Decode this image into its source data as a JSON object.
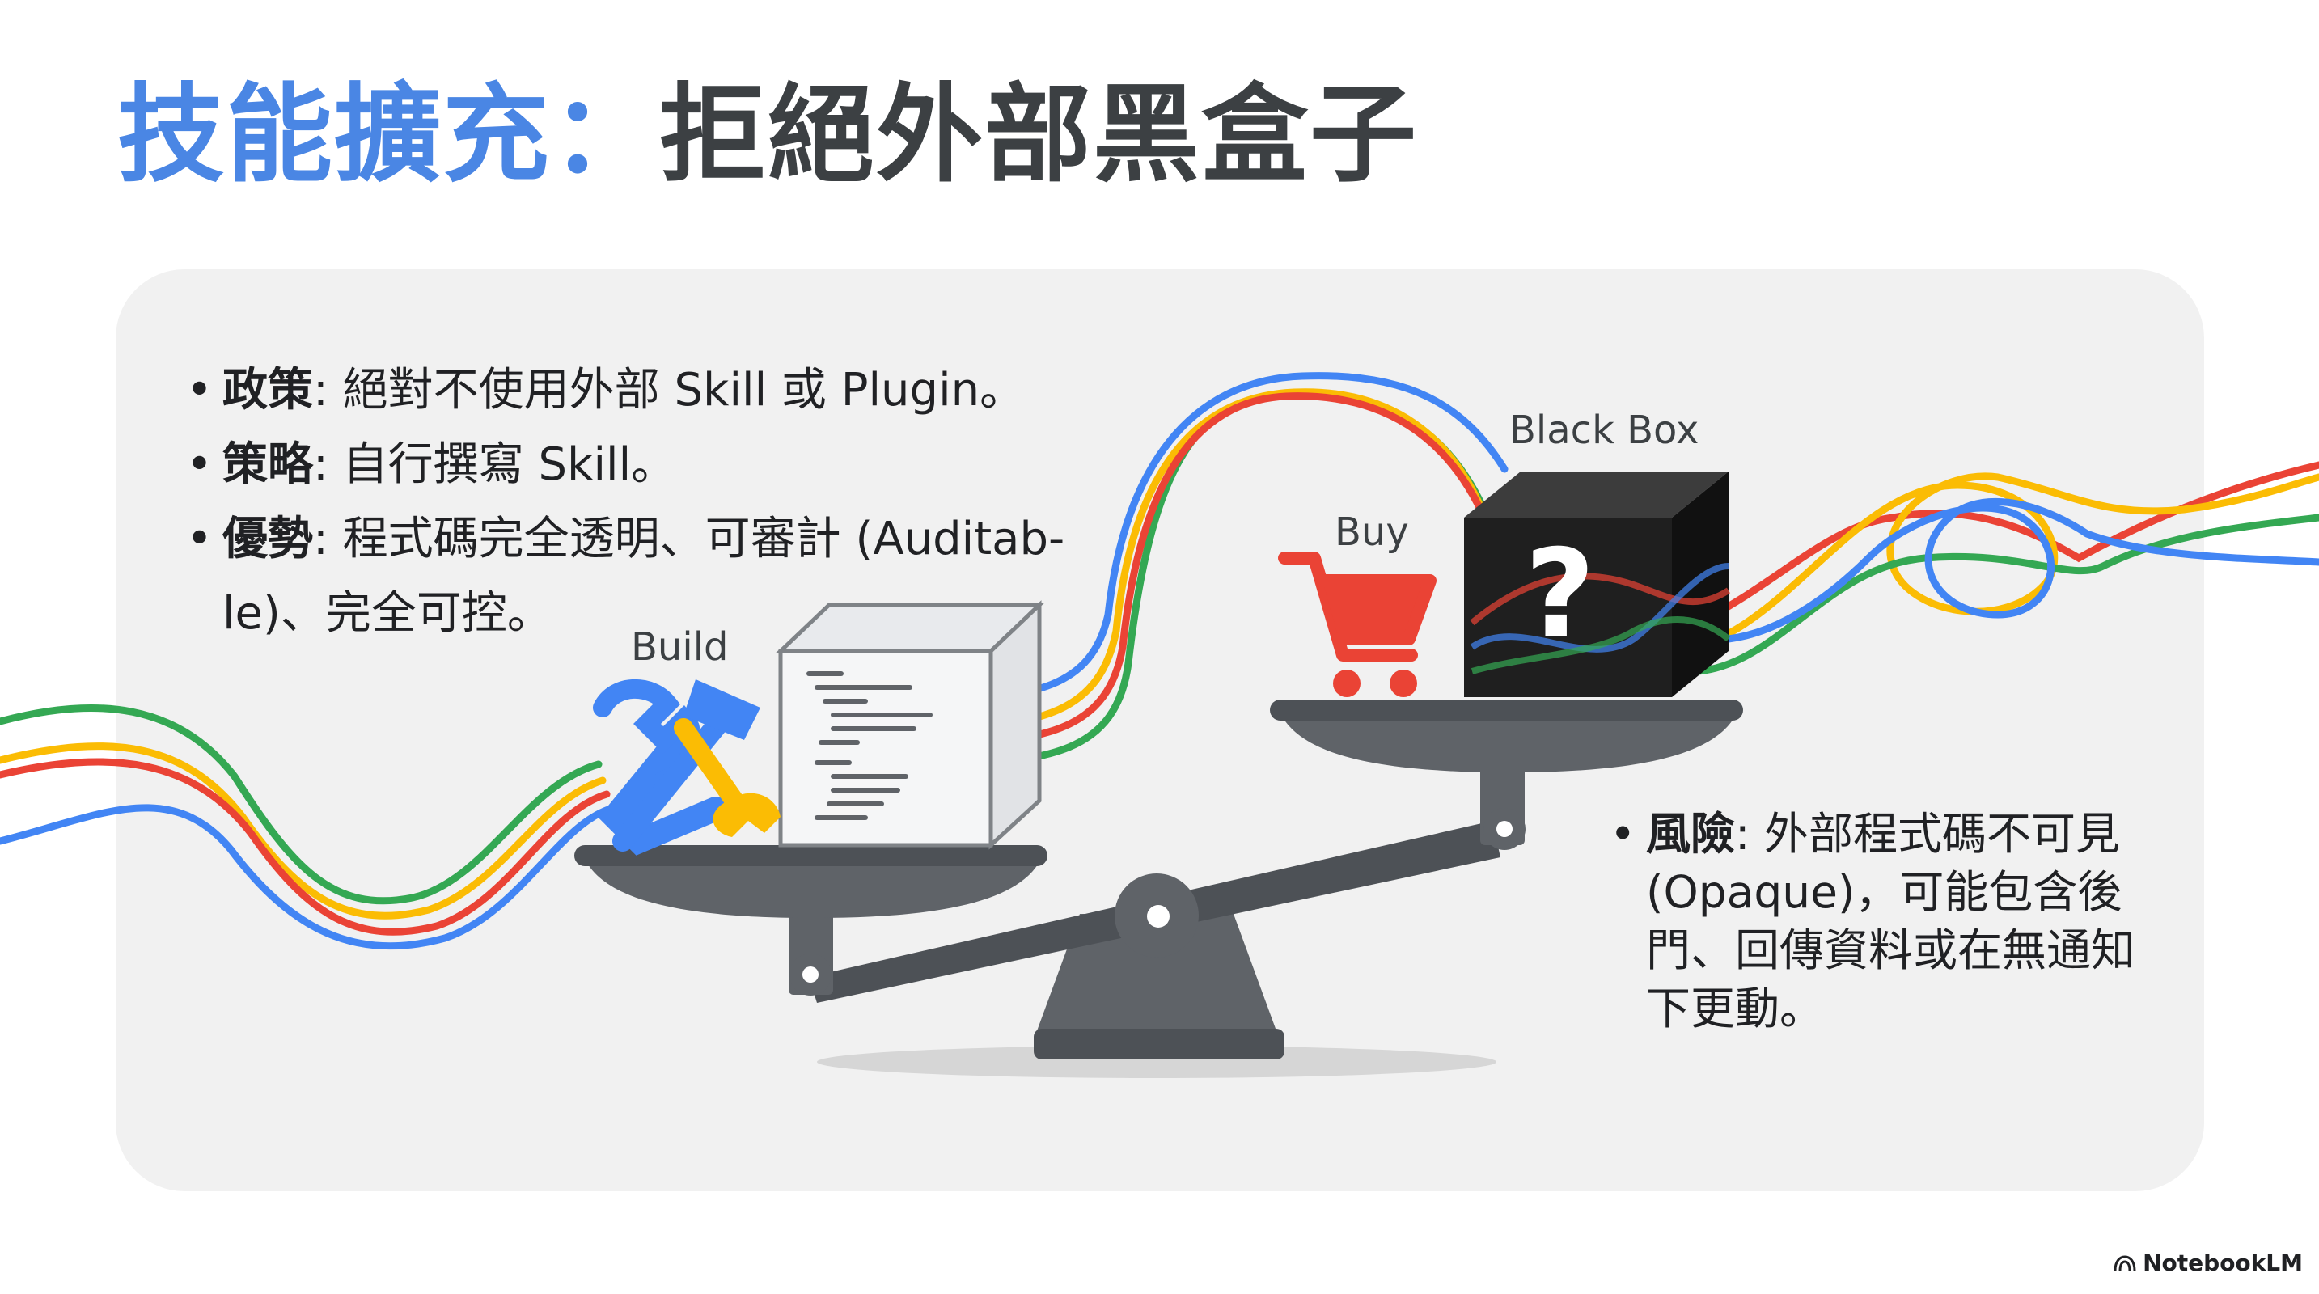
{
  "title": {
    "accent": "技能擴充：",
    "main": "拒絕外部黑盒子"
  },
  "left_bullets": [
    {
      "label": "政策",
      "text": ": 絕對不使用外部 Skill 或 Plugin。"
    },
    {
      "label": "策略",
      "text": ": 自行撰寫 Skill。"
    },
    {
      "label": "優勢",
      "text": ": 程式碼完全透明、可審計 (Auditab-le)、完全可控。"
    }
  ],
  "right_bullets": [
    {
      "label": "風險",
      "text": ": 外部程式碼不可見 (Opaque)，可能包含後門、回傳資料或在無通知下更動。"
    }
  ],
  "labels": {
    "build": "Build",
    "buy": "Buy",
    "black_box": "Black Box",
    "question": "?"
  },
  "brand": "NotebookLM",
  "colors": {
    "accent_blue": "#4a86e4",
    "google_blue": "#4285f4",
    "google_red": "#ea4335",
    "google_yellow": "#fbbc04",
    "google_green": "#34a853",
    "scale_gray": "#5f6368"
  },
  "icons": [
    "tools-icon",
    "shopping-cart-icon",
    "code-cube-icon",
    "black-box-icon",
    "balance-scale-icon",
    "notebooklm-logo-icon"
  ]
}
